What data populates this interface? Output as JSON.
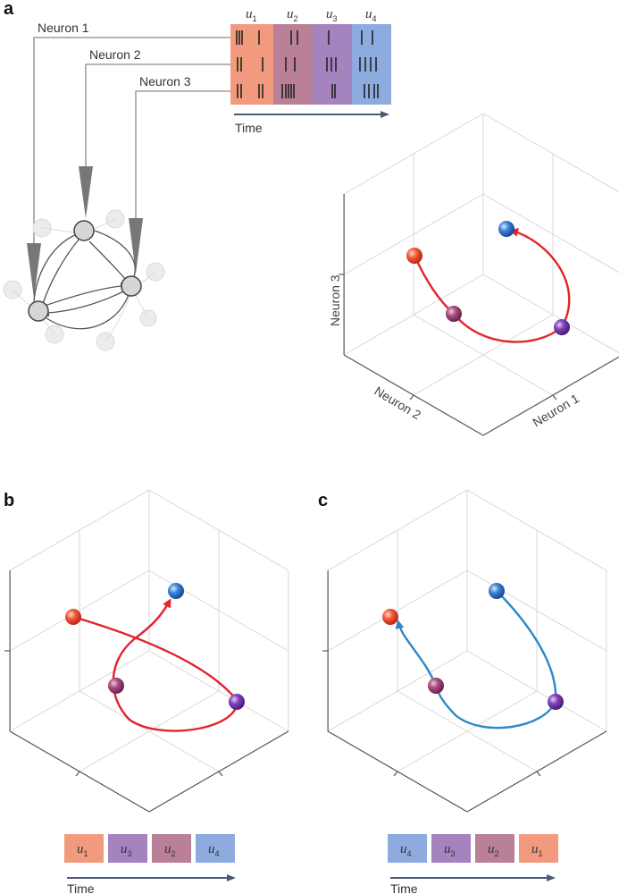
{
  "panels": {
    "a": "a",
    "b": "b",
    "c": "c"
  },
  "panel_a": {
    "neuron_labels": [
      "Neuron 1",
      "Neuron 2",
      "Neuron 3"
    ],
    "pattern_columns": [
      {
        "letter": "u",
        "sub": "1",
        "color": "#f29a7e"
      },
      {
        "letter": "u",
        "sub": "2",
        "color": "#b98098"
      },
      {
        "letter": "u",
        "sub": "3",
        "color": "#a483bf"
      },
      {
        "letter": "u",
        "sub": "4",
        "color": "#8eabe0"
      }
    ],
    "time_label": "Time",
    "axis_labels": {
      "x": "Neuron 1",
      "y": "Neuron 2",
      "z": "Neuron 3"
    }
  },
  "panel_b": {
    "sequence": [
      {
        "letter": "u",
        "sub": "1",
        "color": "#f29a7e"
      },
      {
        "letter": "u",
        "sub": "3",
        "color": "#a483bf"
      },
      {
        "letter": "u",
        "sub": "2",
        "color": "#b98098"
      },
      {
        "letter": "u",
        "sub": "4",
        "color": "#8eabe0"
      }
    ],
    "time_label": "Time",
    "trajectory_color": "#e2242c"
  },
  "panel_c": {
    "sequence": [
      {
        "letter": "u",
        "sub": "4",
        "color": "#8eabe0"
      },
      {
        "letter": "u",
        "sub": "3",
        "color": "#a483bf"
      },
      {
        "letter": "u",
        "sub": "2",
        "color": "#b98098"
      },
      {
        "letter": "u",
        "sub": "1",
        "color": "#f29a7e"
      }
    ],
    "time_label": "Time",
    "trajectory_color": "#2f86c8"
  },
  "colors": {
    "u1": "#e84a2c",
    "u2": "#a04a78",
    "u3": "#7a3aa8",
    "u4": "#3a7ed0",
    "arrow": "#4a5a78"
  }
}
